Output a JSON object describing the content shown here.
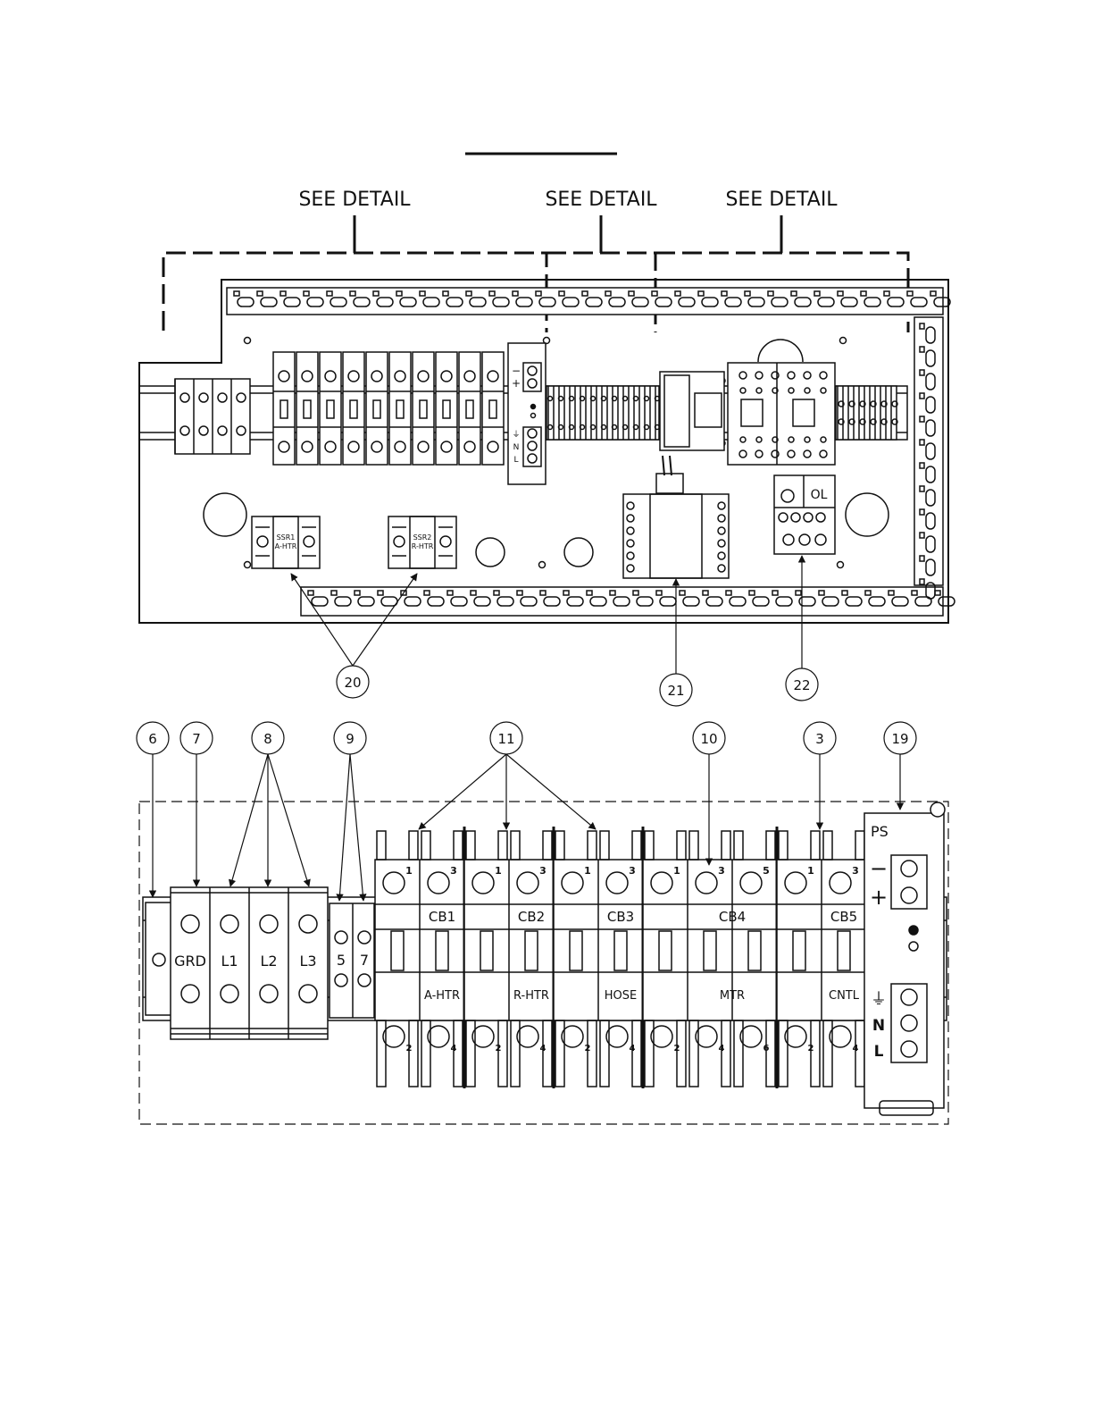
{
  "see_detail": [
    "SEE DETAIL",
    "SEE DETAIL",
    "SEE DETAIL"
  ],
  "top_view": {
    "ssr_labels": [
      {
        "line1": "SSR1",
        "line2": "A-HTR"
      },
      {
        "line1": "SSR2",
        "line2": "R-HTR"
      }
    ],
    "ps_symbols": [
      "−",
      "+",
      "⏚",
      "N",
      "L"
    ],
    "overload_label": "OL"
  },
  "callouts": {
    "top": [
      "20",
      "21",
      "22"
    ],
    "bottom": [
      "6",
      "7",
      "8",
      "9",
      "11",
      "10",
      "3",
      "19"
    ]
  },
  "terminals": {
    "main": [
      "GRD",
      "L1",
      "L2",
      "L3"
    ],
    "small": [
      "5",
      "7"
    ]
  },
  "breakers": [
    {
      "top_name": "CB1",
      "bottom_name": "A-HTR",
      "top_nums": [
        "1",
        "3"
      ],
      "bottom_nums": [
        "2",
        "4"
      ]
    },
    {
      "top_name": "CB2",
      "bottom_name": "R-HTR",
      "top_nums": [
        "1",
        "3"
      ],
      "bottom_nums": [
        "2",
        "4"
      ]
    },
    {
      "top_name": "CB3",
      "bottom_name": "HOSE",
      "top_nums": [
        "1",
        "3"
      ],
      "bottom_nums": [
        "2",
        "4"
      ]
    },
    {
      "top_name": "CB4",
      "bottom_name": "MTR",
      "top_nums": [
        "1",
        "3",
        "5"
      ],
      "bottom_nums": [
        "2",
        "4",
        "6"
      ]
    },
    {
      "top_name": "CB5",
      "bottom_name": "CNTL",
      "top_nums": [
        "1",
        "3"
      ],
      "bottom_nums": [
        "2",
        "4"
      ]
    }
  ],
  "power_supply": {
    "label": "PS",
    "dc_symbols": [
      "−",
      "+"
    ],
    "ac_symbols": [
      "⏚",
      "N",
      "L"
    ]
  }
}
